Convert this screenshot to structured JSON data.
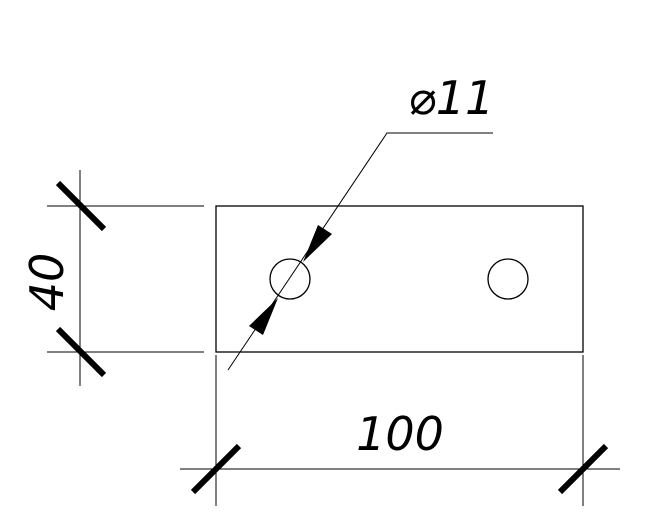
{
  "drawing": {
    "hole_diameter_label": "⌀11",
    "height_label": "40",
    "width_label": "100",
    "line_color": "#000000",
    "background_color": "#ffffff"
  }
}
